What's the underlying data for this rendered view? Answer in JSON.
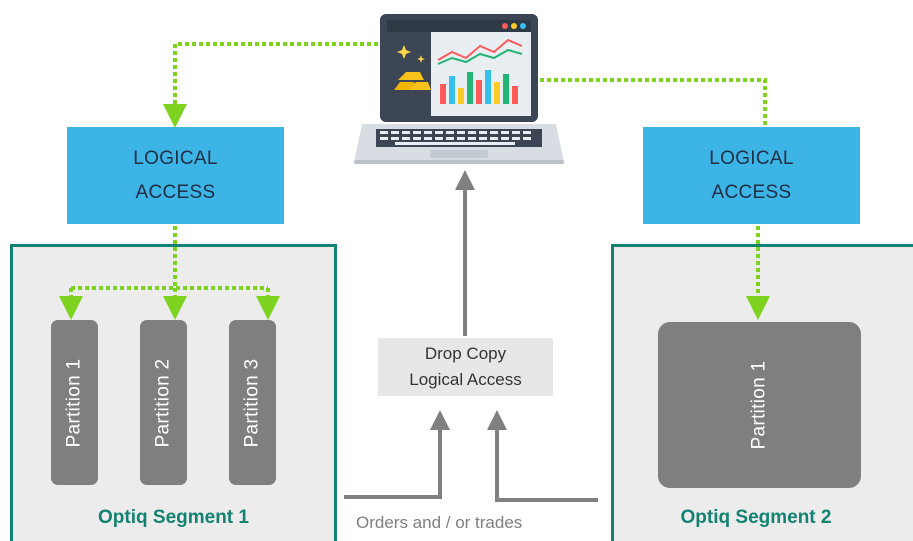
{
  "left_access": {
    "line1": "LOGICAL",
    "line2": "ACCESS"
  },
  "right_access": {
    "line1": "LOGICAL",
    "line2": "ACCESS"
  },
  "segment1": {
    "label": "Optiq Segment 1",
    "partitions": [
      "Partition 1",
      "Partition 2",
      "Partition 3"
    ]
  },
  "segment2": {
    "label": "Optiq Segment 2",
    "partitions": [
      "Partition 1"
    ]
  },
  "drop_copy": {
    "line1": "Drop Copy",
    "line2": "Logical Access"
  },
  "orders_label": "Orders and / or trades",
  "colors": {
    "green_arrow": "#7ed321",
    "segment_border": "#138272",
    "logical_access": "#3cb4e5",
    "partition": "#7f7f7f",
    "gray_arrow": "#808080"
  },
  "icons": [
    "laptop-dashboard-icon"
  ]
}
